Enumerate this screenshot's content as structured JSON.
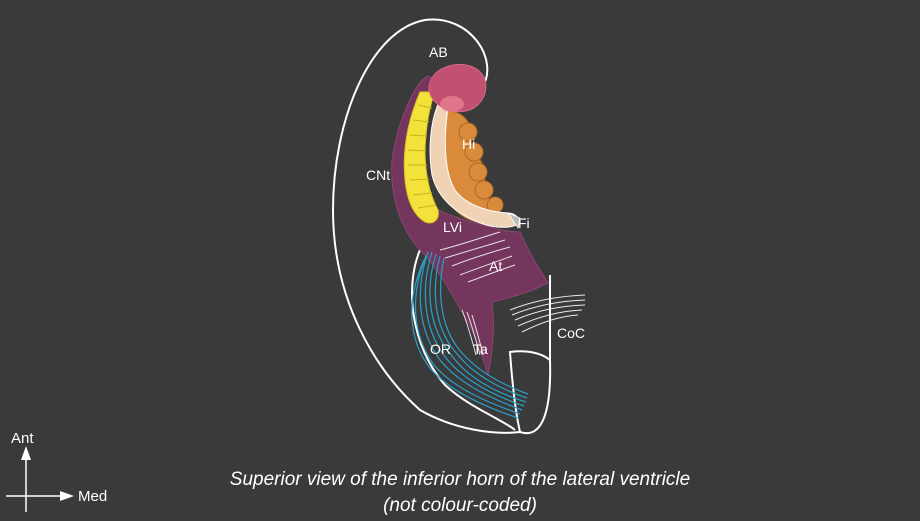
{
  "labels": {
    "ab": "AB",
    "hi": "Hi",
    "cnt": "CNt",
    "fi": "Fi",
    "lvi": "LVi",
    "at": "At",
    "coc": "CoC",
    "or": "OR",
    "ta": "Ta"
  },
  "orientation": {
    "anterior": "Ant",
    "medial": "Med"
  },
  "caption": {
    "line1": "Superior view of the inferior horn of the lateral ventricle",
    "line2": "(not colour-coded)"
  },
  "colors": {
    "background": "#3a3a3a",
    "outline": "#ffffff",
    "atrium": "#7a3660",
    "amygdala": "#c25070",
    "hippocampus": "#d98a3a",
    "caudate_tail": "#f2e23a",
    "fimbria": "#f0d2b4",
    "optic_radiation": "#2aa0c8"
  }
}
